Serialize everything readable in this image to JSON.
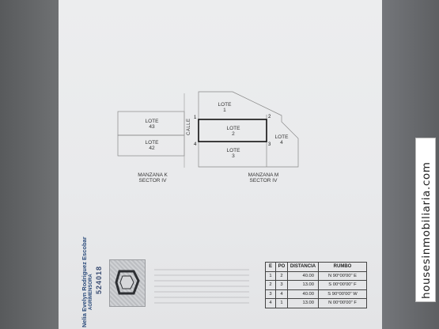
{
  "plan": {
    "lotes": {
      "lote_43": {
        "word": "LOTE",
        "num": "43"
      },
      "lote_42": {
        "word": "LOTE",
        "num": "42"
      },
      "lote_1": {
        "word": "LOTE",
        "num": "1"
      },
      "lote_2": {
        "word": "LOTE",
        "num": "2"
      },
      "lote_3": {
        "word": "LOTE",
        "num": "3"
      },
      "lote_4": {
        "word": "LOTE",
        "num": "4"
      }
    },
    "street_label": "CALLE",
    "manzana_k": {
      "name": "MANZANA K",
      "sector": "SECTOR IV"
    },
    "manzana_m": {
      "name": "MANZANA M",
      "sector": "SECTOR IV"
    },
    "vertex_labels": [
      "1",
      "2",
      "3",
      "4"
    ]
  },
  "signature": {
    "line1": "Nelia Evelyn Rodriguez Escobar",
    "line2": "AGRIMENSORA"
  },
  "stamp": {
    "number": "524018"
  },
  "rumbo_table": {
    "headers": [
      "E",
      "PO",
      "DISTANCIA",
      "RUMBO"
    ],
    "rows": [
      [
        "1",
        "2",
        "40.00",
        "N 90°00'00\" E"
      ],
      [
        "2",
        "3",
        "13.00",
        "S 00°00'00\" F"
      ],
      [
        "3",
        "4",
        "40.00",
        "S 90°00'00\" W"
      ],
      [
        "4",
        "1",
        "13.00",
        "N 00°00'00\" F"
      ]
    ]
  },
  "watermark": {
    "text": "housesinmobiliaria.com"
  }
}
